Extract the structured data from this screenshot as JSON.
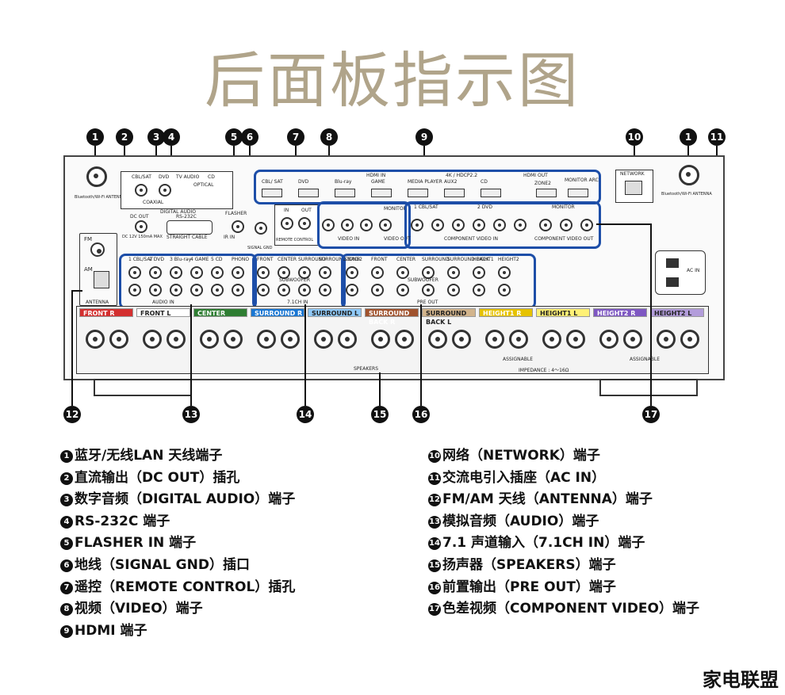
{
  "title": "后面板指示图",
  "panel": {
    "bt_antenna": "Bluetooth/Wi-Fi ANTENNA",
    "coaxial_1": "CBL/SAT",
    "coaxial_2": "DVD",
    "coaxial_label": "COAXIAL",
    "optical_label": "OPTICAL",
    "optical_1": "TV AUDIO",
    "optical_2": "CD",
    "digital_audio_label": "DIGITAL AUDIO",
    "dc_out": "DC OUT",
    "dc_spec": "DC 12V 150mA MAX",
    "rs232c": "RS-232C",
    "straight_cable": "STRAIGHT CABLE",
    "flasher": "FLASHER",
    "ir_in": "IR IN",
    "signal_gnd": "SIGNAL GND",
    "remote_in": "IN",
    "remote_out": "OUT",
    "remote_control": "REMOTE CONTROL",
    "hdmi_header": "HDMI IN",
    "hdmi_spec": "4K / HDCP2.2",
    "hdmi_inputs": [
      "CBL/ SAT",
      "DVD",
      "Blu-ray",
      "GAME",
      "MEDIA PLAYER",
      "AUX2",
      "CD"
    ],
    "hdmi_out": "HDMI OUT",
    "zone2": "ZONE2",
    "monitor_arc": "MONITOR ARC",
    "network": "NETWORK",
    "video_in": "VIDEO IN",
    "video_monitor": "MONITOR",
    "video_out": "VIDEO OUT",
    "component_in": "COMPONENT VIDEO IN",
    "component_1": "1 CBL/SAT",
    "component_2": "2 DVD",
    "component_monitor": "MONITOR",
    "component_out": "COMPONENT VIDEO OUT",
    "fm": "FM",
    "am": "AM",
    "antenna": "ANTENNA",
    "audio_in_label": "AUDIO IN",
    "audio_in_inputs": [
      "1 CBL/SAT",
      "2 DVD",
      "3 Blu-ray",
      "4 GAME",
      "5 CD",
      "PHONO"
    ],
    "ch71_label": "7.1CH IN",
    "ch71_inputs": [
      "FRONT",
      "CENTER",
      "SURROUND",
      "SURROUND BACK"
    ],
    "subwoofer": "SUBWOOFER",
    "pre_out_label": "PRE OUT",
    "pre_out_inputs": [
      "ZONE2",
      "FRONT",
      "CENTER",
      "SURROUND",
      "SURROUND BACK",
      "HEIGHT1",
      "HEIGHT2"
    ],
    "ac_in": "AC IN",
    "speakers_label": "SPEAKERS",
    "impedance": "IMPEDANCE : 4～16Ω",
    "assignable": "ASSIGNABLE",
    "speaker_groups": [
      {
        "label": "FRONT R",
        "color": "#d32f2f"
      },
      {
        "label": "FRONT L",
        "color": "#ffffff"
      },
      {
        "label": "CENTER",
        "color": "#2e7d32"
      },
      {
        "label": "SURROUND R",
        "color": "#1976d2"
      },
      {
        "label": "SURROUND L",
        "color": "#90caf9"
      },
      {
        "label": "SURROUND BACK R",
        "color": "#a0522d"
      },
      {
        "label": "SURROUND BACK L",
        "color": "#d2b48c"
      },
      {
        "label": "HEIGHT1 R",
        "color": "#e6c200"
      },
      {
        "label": "HEIGHT1 L",
        "color": "#fff176"
      },
      {
        "label": "HEIGHT2 R",
        "color": "#7e57c2"
      },
      {
        "label": "HEIGHT2 L",
        "color": "#b39ddb"
      }
    ]
  },
  "legend_left": [
    {
      "num": "1",
      "text": "蓝牙/无线LAN 天线端子"
    },
    {
      "num": "2",
      "text": "直流输出（DC OUT）插孔"
    },
    {
      "num": "3",
      "text": "数字音频（DIGITAL AUDIO）端子"
    },
    {
      "num": "4",
      "text": "RS-232C 端子"
    },
    {
      "num": "5",
      "text": "FLASHER IN 端子"
    },
    {
      "num": "6",
      "text": "地线（SIGNAL GND）插口"
    },
    {
      "num": "7",
      "text": "遥控（REMOTE CONTROL）插孔"
    },
    {
      "num": "8",
      "text": "视频（VIDEO）端子"
    },
    {
      "num": "9",
      "text": "HDMI 端子"
    }
  ],
  "legend_right": [
    {
      "num": "10",
      "text": "网络（NETWORK）端子"
    },
    {
      "num": "11",
      "text": "交流电引入插座（AC IN）"
    },
    {
      "num": "12",
      "text": "FM/AM 天线（ANTENNA）端子"
    },
    {
      "num": "13",
      "text": "模拟音频（AUDIO）端子"
    },
    {
      "num": "14",
      "text": "7.1 声道输入（7.1CH IN）端子"
    },
    {
      "num": "15",
      "text": "扬声器（SPEAKERS）端子"
    },
    {
      "num": "16",
      "text": "前置输出（PRE OUT）端子"
    },
    {
      "num": "17",
      "text": "色差视频（COMPONENT VIDEO）端子"
    }
  ],
  "watermark": "家电联盟",
  "callouts": {
    "c1": "1",
    "c2": "2",
    "c3": "3",
    "c4": "4",
    "c5": "5",
    "c6": "6",
    "c7": "7",
    "c8": "8",
    "c9": "9",
    "c10": "10",
    "c1b": "1",
    "c11": "11",
    "c12": "12",
    "c13": "13",
    "c14": "14",
    "c15": "15",
    "c16": "16",
    "c17": "17"
  }
}
